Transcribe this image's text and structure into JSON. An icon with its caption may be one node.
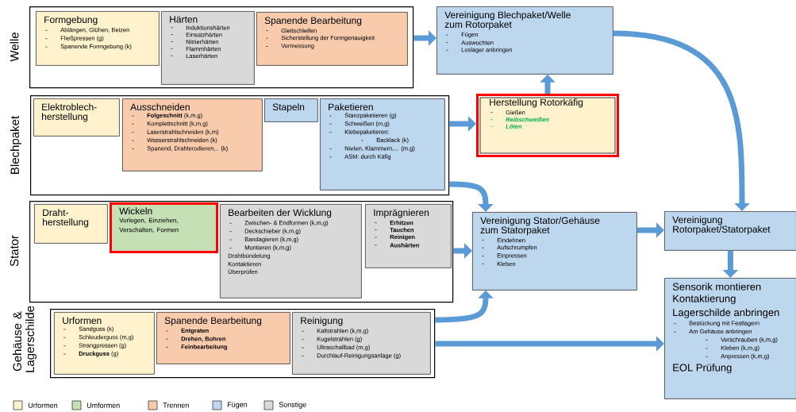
{
  "diagram": {
    "nodes": [
      {
        "text": [
          "Welle"
        ]
      },
      {
        "text": [
          "Formgebung",
          "Ablängen, Glühen, Beizen",
          "Fließpressen (g)",
          "Spanende Formgebung (k)"
        ],
        "in": 0
      },
      {
        "text": [
          "Härten",
          "Induktionshärten",
          "Einsatzhärten",
          "Nitrierhärten",
          "Flammhärten",
          "Laserhärten"
        ],
        "in": 0
      },
      {
        "text": [
          "Spanende Bearbeitung",
          "Gleitschleifen",
          "Sicherstellung der Formgenauigkeit",
          "Vermessung"
        ],
        "in": 0
      },
      {
        "text": [
          "Blechpaket"
        ]
      },
      {
        "text": [
          "Elektroblech-herstellung"
        ],
        "in": 4
      },
      {
        "text": [
          "Ausschneiden",
          "**Folgeschnitt** (k,m,g)",
          "Komplettschnitt (k,m,g)",
          "Laserstrahlschneiden (k,m)",
          "Wasserstrahlschneiden (k)",
          "Spanend, Drahterodieren,.. (k)"
        ],
        "in": 4
      },
      {
        "text": [
          "Stapeln"
        ],
        "in": 4
      },
      {
        "text": [
          "Paketieren",
          "Stanzpaketieren (g)",
          "Schweißen (m,g)",
          "Klebepaketieren:",
          "Backlack (k)",
          "Nieten, Klammern,... (m,g)",
          "ASM: durch Käfig"
        ],
        "in": 4
      },
      {
        "text": [
          "Stator"
        ]
      },
      {
        "text": [
          "Draht-herstellung"
        ],
        "in": 9
      },
      {
        "text": [
          "Wickeln",
          "Vorlegen, Einziehen, Verschalten, Formen"
        ],
        "in": 9
      },
      {
        "text": [
          "Bearbeiten der Wicklung",
          "Zwischen- & Endformen (k,m,g)",
          "Deckschieber (k,m,g)",
          "Bandagieren (k,m,g)",
          "Montieren (k,m,g)",
          "Drahtbündelung",
          "Kontaktieren",
          "Überprüfen"
        ],
        "in": 9
      },
      {
        "text": [
          "Imprägnieren",
          "Erhitzen",
          "Tauchen",
          "Reinigen",
          "Aushärten"
        ],
        "in": 9
      },
      {
        "text": [
          "Gehäuse & Lagerschilde"
        ]
      },
      {
        "text": [
          "Urformen",
          "Sandguss (k)",
          "Schleuderguss (m,g)",
          "Strangpressen (g)",
          "**Druckguss** (g)"
        ],
        "in": 14
      },
      {
        "text": [
          "Spanende Bearbeitung",
          "Entgraten",
          "Drehen, Bohren",
          "Feinbearbeitung"
        ],
        "in": 14
      },
      {
        "text": [
          "Reinigung",
          "Kaltstrahlen (k,m,g)",
          "Kugelstrahlen (g)",
          "Ultraschallbad (m,g)",
          "Durchlauf-Reinigungsanlage (g)"
        ],
        "in": 14
      },
      {
        "text": [
          "Vereinigung Blechpaket/Welle zum Rotorpaket",
          "Fügen",
          "Auswuchten",
          "Loslager anbringen"
        ]
      },
      {
        "text": [
          "Herstellung Rotorkäfig",
          "Gießen",
          "Reibschweißen",
          "Löten"
        ]
      },
      {
        "text": [
          "Vereinigung Stator/Gehäuse zum Statorpaket",
          "Eindehnen",
          "Aufschrumpfen",
          "Einpressen",
          "Kleben"
        ]
      },
      {
        "text": [
          "Vereinigung Rotorpaket/Statorpaket"
        ]
      },
      {
        "text": [
          "Sensorik montieren",
          "Kontaktierung",
          "Lagerschilde anbringen",
          "Bestückung mit Festlagern",
          "Am Gehäuse anbringen",
          "Verschrauben (k,m,g)",
          "Kleben (k,m,g)",
          "Anpressen (k,m,g)",
          "EOL Prüfung"
        ]
      }
    ],
    "edges": [
      {
        "from": 0,
        "to": 18,
        "arrow": "to"
      },
      {
        "from": 4,
        "to": 19,
        "arrow": "to"
      },
      {
        "from": 19,
        "to": 18,
        "arrow": "to"
      },
      {
        "from": 4,
        "to": 20,
        "arrow": "to"
      },
      {
        "from": 9,
        "to": 20,
        "arrow": "to"
      },
      {
        "from": 14,
        "to": 20,
        "arrow": "to"
      },
      {
        "from": 14,
        "to": 22,
        "arrow": "to"
      },
      {
        "from": 18,
        "to": 21,
        "arrow": "to"
      },
      {
        "from": 20,
        "to": 21,
        "arrow": "to"
      },
      {
        "from": 21,
        "to": 22,
        "arrow": "to"
      }
    ],
    "legend": [
      {
        "text": "Urformen",
        "color": "#fff2cc"
      },
      {
        "text": "Umformen",
        "color": "#c5e0b4"
      },
      {
        "text": "Trennen",
        "color": "#f8cbad"
      },
      {
        "text": "Fügen",
        "color": "#bdd7ee"
      },
      {
        "text": "Sonstige",
        "color": "#d9d9d9"
      }
    ]
  }
}
